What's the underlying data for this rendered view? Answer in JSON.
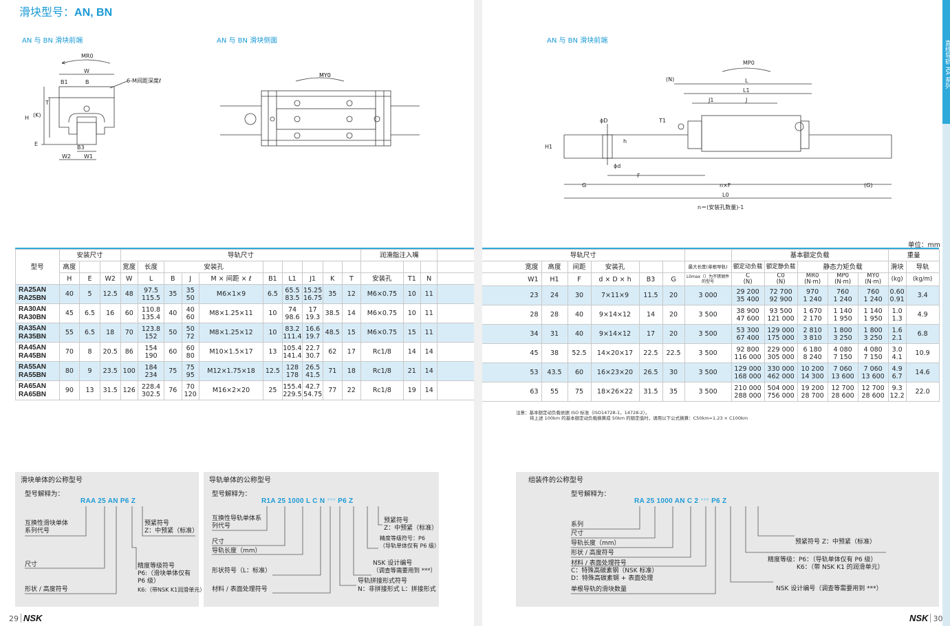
{
  "title": {
    "label": "滑块型号：",
    "model": "AN, BN"
  },
  "diagram_labels": {
    "front_left": "AN 与 BN 滑块前端",
    "side": "AN 与 BN 滑块侧面",
    "front_right": "AN 与 BN 滑块前端",
    "mr0": "MR0",
    "w": "W",
    "b1": "B1",
    "b": "B",
    "m6": "6-M间距深度ℓ",
    "t": "T",
    "h": "H",
    "k": "(K)",
    "e": "E",
    "b3": "B3",
    "w2": "W2",
    "w1": "W1",
    "my0": "MY0",
    "mp0": "MP0",
    "n_paren": "(N)",
    "l": "L",
    "l1": "L1",
    "j1": "J1",
    "j": "J",
    "t1": "T1",
    "phi_D": "ϕD",
    "h_small": "h",
    "h1": "H1",
    "phi_d": "ϕd",
    "f": "F",
    "g": "G",
    "nxf": "n×F",
    "g_paren": "(G)",
    "l0": "L0",
    "formula": "n＝(安装孔数量)-1"
  },
  "sidetab": "直线导轨 RA 系列",
  "unit": "单位：mm",
  "specs": {
    "groups": {
      "install": "安装尺寸",
      "rail": "导轨尺寸",
      "grease": "润滑脂注入嘴",
      "load": "基本额定负载",
      "weight": "重量"
    },
    "headers": {
      "model": "型号",
      "height": "高度",
      "width": "宽度",
      "length": "长度",
      "mount_hole": "安装孔",
      "mount_hole2": "安装孔",
      "width2": "宽度",
      "height2": "高度",
      "pitch": "间距",
      "max_len": "最大长度(单根导轨)",
      "max_len2": "L0max（）为不锈钢件",
      "max_len3": "的型号",
      "dyn": "额定动负载",
      "stat": "额定静负载",
      "moment": "静态力矩负载",
      "slider": "滑块",
      "rail": "导轨"
    },
    "syms": {
      "H": "H",
      "E": "E",
      "W2": "W2",
      "W": "W",
      "L": "L",
      "B": "B",
      "J": "J",
      "M": "M × 间距 × ℓ",
      "B1": "B1",
      "L1": "L1",
      "J1": "J1",
      "K": "K",
      "T": "T",
      "hole": "安装孔",
      "T1": "T1",
      "N": "N",
      "W1": "W1",
      "H1": "H1",
      "F": "F",
      "dDh": "d × D × h",
      "B3": "B3",
      "G": "G",
      "C": "C",
      "C0": "C0",
      "MR": "MR0",
      "MP": "MP0",
      "MY": "MY0"
    },
    "units": {
      "N1": "(N)",
      "N2": "(N)",
      "Nm1": "(N·m)",
      "Nm2": "(N·m)",
      "Nm3": "(N·m)",
      "kg": "(kg)",
      "kgm": "(kg/m)"
    },
    "rows": [
      {
        "m1": "RA25AN",
        "m2": "RA25BN",
        "H": "40",
        "E": "5",
        "W2": "12.5",
        "W": "48",
        "L1v": "97.5",
        "L2v": "115.5",
        "B": "35",
        "J1v": "35",
        "J2v": "50",
        "M": "M6×1×9",
        "B1": "6.5",
        "La": "65.5",
        "Lb": "83.5",
        "Ja": "15.25",
        "Jb": "16.75",
        "K": "35",
        "T": "12",
        "hole": "M6×0.75",
        "T1": "10",
        "N": "11",
        "W1": "23",
        "H1": "24",
        "F": "30",
        "dDh": "7×11×9",
        "B3": "11.5",
        "G": "20",
        "max": "3 000",
        "Ca": "29 200",
        "Cb": "35 400",
        "C0a": "72 700",
        "C0b": "92 900",
        "MRa": "970",
        "MRb": "1 240",
        "MPa": "760",
        "MPb": "1 240",
        "MYa": "760",
        "MYb": "1 240",
        "wa": "0.60",
        "wb": "0.91",
        "rw": "3.4"
      },
      {
        "m1": "RA30AN",
        "m2": "RA30BN",
        "H": "45",
        "E": "6.5",
        "W2": "16",
        "W": "60",
        "L1v": "110.8",
        "L2v": "135.4",
        "B": "40",
        "J1v": "40",
        "J2v": "60",
        "M": "M8×1.25×11",
        "B1": "10",
        "La": "74",
        "Lb": "98.6",
        "Ja": "17",
        "Jb": "19.3",
        "K": "38.5",
        "T": "14",
        "hole": "M6×0.75",
        "T1": "10",
        "N": "11",
        "W1": "28",
        "H1": "28",
        "F": "40",
        "dDh": "9×14×12",
        "B3": "14",
        "G": "20",
        "max": "3 500",
        "Ca": "38 900",
        "Cb": "47 600",
        "C0a": "93 500",
        "C0b": "121 000",
        "MRa": "1 670",
        "MRb": "2 170",
        "MPa": "1 140",
        "MPb": "1 950",
        "MYa": "1 140",
        "MYb": "1 950",
        "wa": "1.0",
        "wb": "1.3",
        "rw": "4.9"
      },
      {
        "m1": "RA35AN",
        "m2": "RA35BN",
        "H": "55",
        "E": "6.5",
        "W2": "18",
        "W": "70",
        "L1v": "123.8",
        "L2v": "152",
        "B": "50",
        "J1v": "50",
        "J2v": "72",
        "M": "M8×1.25×12",
        "B1": "10",
        "La": "83.2",
        "Lb": "111.4",
        "Ja": "16.6",
        "Jb": "19.7",
        "K": "48.5",
        "T": "15",
        "hole": "M6×0.75",
        "T1": "15",
        "N": "11",
        "W1": "34",
        "H1": "31",
        "F": "40",
        "dDh": "9×14×12",
        "B3": "17",
        "G": "20",
        "max": "3 500",
        "Ca": "53 300",
        "Cb": "67 400",
        "C0a": "129 000",
        "C0b": "175 000",
        "MRa": "2 810",
        "MRb": "3 810",
        "MPa": "1 800",
        "MPb": "3 250",
        "MYa": "1 800",
        "MYb": "3 250",
        "wa": "1.6",
        "wb": "2.1",
        "rw": "6.8"
      },
      {
        "m1": "RA45AN",
        "m2": "RA45BN",
        "H": "70",
        "E": "8",
        "W2": "20.5",
        "W": "86",
        "L1v": "154",
        "L2v": "190",
        "B": "60",
        "J1v": "60",
        "J2v": "80",
        "M": "M10×1.5×17",
        "B1": "13",
        "La": "105.4",
        "Lb": "141.4",
        "Ja": "22.7",
        "Jb": "30.7",
        "K": "62",
        "T": "17",
        "hole": "Rc1/8",
        "T1": "14",
        "N": "14",
        "W1": "45",
        "H1": "38",
        "F": "52.5",
        "dDh": "14×20×17",
        "B3": "22.5",
        "G": "22.5",
        "max": "3 500",
        "Ca": "92 800",
        "Cb": "116 000",
        "C0a": "229 000",
        "C0b": "305 000",
        "MRa": "6 180",
        "MRb": "8 240",
        "MPa": "4 080",
        "MPb": "7 150",
        "MYa": "4 080",
        "MYb": "7 150",
        "wa": "3.0",
        "wb": "4.1",
        "rw": "10.9"
      },
      {
        "m1": "RA55AN",
        "m2": "RA55BN",
        "H": "80",
        "E": "9",
        "W2": "23.5",
        "W": "100",
        "L1v": "184",
        "L2v": "234",
        "B": "75",
        "J1v": "75",
        "J2v": "95",
        "M": "M12×1.75×18",
        "B1": "12.5",
        "La": "128",
        "Lb": "178",
        "Ja": "26.5",
        "Jb": "41.5",
        "K": "71",
        "T": "18",
        "hole": "Rc1/8",
        "T1": "21",
        "N": "14",
        "W1": "53",
        "H1": "43.5",
        "F": "60",
        "dDh": "16×23×20",
        "B3": "26.5",
        "G": "30",
        "max": "3 500",
        "Ca": "129 000",
        "Cb": "168 000",
        "C0a": "330 000",
        "C0b": "462 000",
        "MRa": "10 200",
        "MRb": "14 300",
        "MPa": "7 060",
        "MPb": "13 600",
        "MYa": "7 060",
        "MYb": "13 600",
        "wa": "4.9",
        "wb": "6.7",
        "rw": "14.6"
      },
      {
        "m1": "RA65AN",
        "m2": "RA65BN",
        "H": "90",
        "E": "13",
        "W2": "31.5",
        "W": "126",
        "L1v": "228.4",
        "L2v": "302.5",
        "B": "76",
        "J1v": "70",
        "J2v": "120",
        "M": "M16×2×20",
        "B1": "25",
        "La": "155.4",
        "Lb": "229.5",
        "Ja": "42.7",
        "Jb": "54.75",
        "K": "77",
        "T": "22",
        "hole": "Rc1/8",
        "T1": "19",
        "N": "14",
        "W1": "63",
        "H1": "55",
        "F": "75",
        "dDh": "18×26×22",
        "B3": "31.5",
        "G": "35",
        "max": "3 500",
        "Ca": "210 000",
        "Cb": "288 000",
        "C0a": "504 000",
        "C0b": "756 000",
        "MRa": "19 200",
        "MRb": "28 700",
        "MPa": "12 700",
        "MPb": "28 600",
        "MYa": "12 700",
        "MYb": "28 600",
        "wa": "9.3",
        "wb": "12.2",
        "rw": "22.0"
      }
    ]
  },
  "note": {
    "l1": "注意：基本额定动负载依据 ISO 标准（ISO14728-1，14728-2）。",
    "l2": "将上述 100km 的基本额定动负载换算成 50km 的额定值时，请用以下公式换算：C50km=1.23 × C100km"
  },
  "box1": {
    "title": "滑块单体的公称型号",
    "explain": "型号解释为：",
    "code": "RAA 25 AN P6 Z",
    "l1": "互换性滑块单体",
    "l2": "系列代号",
    "l3": "尺寸",
    "l4": "形状 / 高度符号",
    "r1": "预紧符号",
    "r2": "Z：中预紧（标准）",
    "r3": "精度等级符号",
    "r4": "P6:（滑块单体仅有",
    "r5": "P6 级）",
    "r6": "K6:（带NSK K1润滑单元）"
  },
  "box2": {
    "title": "导轨单体的公称型号",
    "explain": "型号解释为：",
    "code": "R1A 25 1000 L C N",
    "code_blue": "***",
    "code_end": "P6 Z",
    "l1": "互换性导轨单体系",
    "l2": "列代号",
    "l3": "尺寸",
    "l4": "导轨长度（mm）",
    "l5": "形状符号（L：标准）",
    "l6": "材料 / 表面处理符号",
    "r1": "预紧符号",
    "r2": "Z：中预紧（标准）",
    "r3": "精度等级符号：P6",
    "r4": "（导轨单体仅有 P6 级）",
    "r5": "NSK 设计编号",
    "r6": "（调查等需要用到 ***）",
    "r7": "导轨拼接形式符号",
    "r8": "N：非拼接形式  L：拼接形式"
  },
  "box3": {
    "title": "组装件的公称型号",
    "explain": "型号解释为：",
    "code": "RA 25 1000 AN C 2",
    "code_blue": "***",
    "code_end": "P6 Z",
    "l1": "系列",
    "l2": "尺寸",
    "l3": "导轨长度（mm）",
    "l4": "形状 / 高度符号",
    "l5": "材料 / 表面处理符号",
    "l6": "C：特殊高碳素钢（NSK 标准）",
    "l7": "D：特殊高碳素钢 + 表面处理",
    "l8": "单根导轨的滑块数量",
    "r1": "预紧符号 Z：中预紧（标准）",
    "r2": "精度等级：P6：（导轨单体仅有 P6 级）",
    "r3": "K6：（带 NSK K1 的润滑单元）",
    "r4": "NSK 设计编号（调查等需要用到 ***）"
  },
  "footer": {
    "page_left": "29",
    "page_right": "30",
    "logo": "NSK"
  }
}
